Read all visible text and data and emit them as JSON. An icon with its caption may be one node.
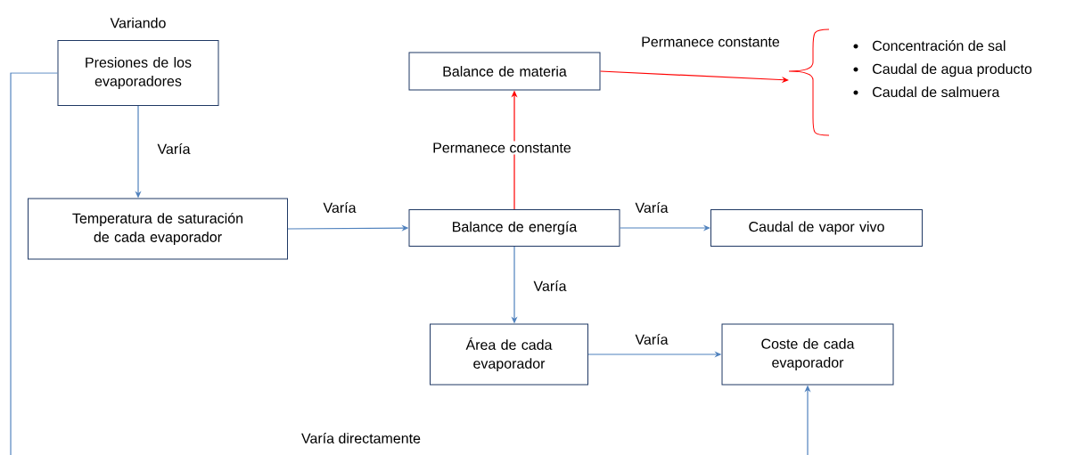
{
  "diagram": {
    "nodes": [
      {
        "text": [
          "Presiones de los evaporadores"
        ],
        "beside": [
          "Variando"
        ]
      },
      {
        "text": [
          "Temperatura de saturación de cada evaporador"
        ]
      },
      {
        "text": [
          "Balance de energía"
        ]
      },
      {
        "text": [
          "Balance de materia"
        ]
      },
      {
        "text": [
          "Caudal de vapor vivo"
        ]
      },
      {
        "text": [
          "Área de cada evaporador"
        ]
      },
      {
        "text": [
          "Coste de cada evaporador"
        ]
      },
      {
        "text": [
          "Concentración de sal",
          "Caudal de agua producto",
          "Caudal de salmuera"
        ]
      }
    ],
    "edges": [
      {
        "from": 0,
        "to": 1,
        "arrow": "to",
        "label": "Varía"
      },
      {
        "from": 1,
        "to": 2,
        "arrow": "to",
        "label": "Varía"
      },
      {
        "from": 2,
        "to": 3,
        "arrow": "to",
        "label": "Permanece constante",
        "color": "#ff0000"
      },
      {
        "from": 2,
        "to": 4,
        "arrow": "to",
        "label": "Varía"
      },
      {
        "from": 2,
        "to": 5,
        "arrow": "to",
        "label": "Varía"
      },
      {
        "from": 5,
        "to": 6,
        "arrow": "to",
        "label": "Varía"
      },
      {
        "from": 3,
        "to": 7,
        "arrow": "to",
        "label": "Permanece constante",
        "color": "#ff0000"
      },
      {
        "from": 0,
        "to": 6,
        "arrow": "to",
        "label": "Varía directamente"
      }
    ]
  }
}
